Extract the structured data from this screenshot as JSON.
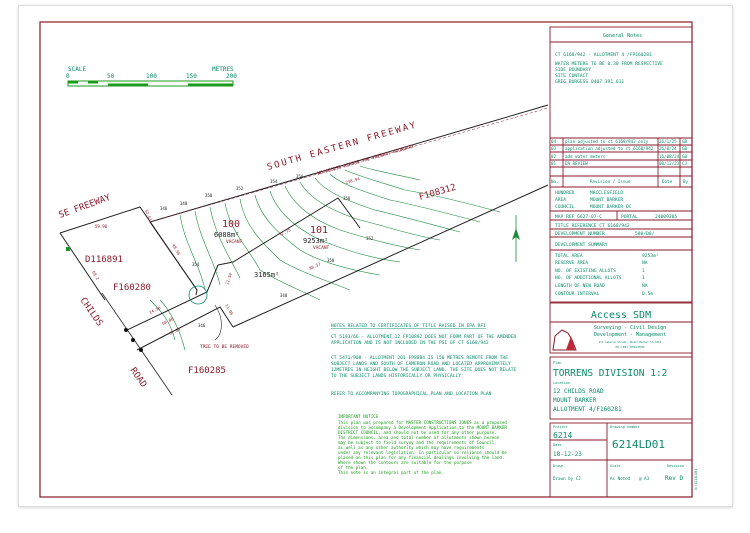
{
  "scale_bar": {
    "label": "SCALE",
    "units": "METRES",
    "ticks": [
      "0",
      "50",
      "100",
      "150",
      "200"
    ]
  },
  "plan": {
    "road_se": "SE FREEWAY",
    "road_south_eastern": "SOUTH EASTERN FREEWAY",
    "no_access": "NO ACCESS ACROSS THE FREEWAY BOUNDARY",
    "road_childs": "CHILDS",
    "road_road": "ROAD",
    "parcels": [
      "D116891",
      "F160280",
      "F160285",
      "F108312"
    ],
    "lot_100": {
      "number": "100",
      "area": "6088m²",
      "status": "VACANT"
    },
    "lot_101": {
      "number": "101",
      "area": "9253m²",
      "status": "VACANT"
    },
    "area_3165": "3165m²",
    "tree_note": "TREE TO BE REMOVED",
    "contour_labels": [
      "346",
      "348",
      "350",
      "352",
      "354",
      "356",
      "358",
      "350",
      "352",
      "348",
      "346",
      "354"
    ],
    "dimensions": [
      "59.90",
      "68.2",
      "238.94",
      "32.63",
      "48.56",
      "14.56",
      "60.00",
      "57.01",
      "72.75",
      "80.37",
      "11.54",
      "11.06"
    ]
  },
  "notes": {
    "heading": "NOTES RELATED TO CERTIFICATES OF TITLE RAISED IN EPA RFI",
    "para1": [
      "CT 5193/66 - ALLOTMENT 12 FP10892 DOES NOT FORM PART OF THE AMENDED",
      "APPLICATION AND IS NOT INCLUDED IN THE PSI OF CT 6168/942"
    ],
    "para2": [
      "CT 5471/908 - ALLOTMENT 201 FP8884 IS 150 METRES REMOTE FROM THE",
      "SUBJECT LANDS AND SOUTH OF CAMERON ROAD AND LOCATED APPROXIMATELY",
      "12METRES IN HEIGHT BELOW THE SUBJECT LAND. THE SITE DOES NOT RELATE",
      "TO THE SUBJECT LANDS HISTORICALLY OR PHYSICALLY"
    ],
    "para3": "REFER TO ACCOMPANYING TOPOGRAPHICAL PLAN AND LOCATION PLAN"
  },
  "important_notice": {
    "title": "IMPORTANT NOTICE",
    "lines": [
      "This plan was prepared for MASTER CONSTRUCTIONS JONES as a proposed",
      "division to accompany a Development Application to the MOUNT BARKER",
      "DISTRICT COUNCIL, and should not be used for any other purpose.",
      "The dimensions, area and total number of allotments shown hereon",
      "may be subject to field survey and the requirements of Council",
      "as well as any other authority which may have requirements",
      "under any relevant legislation.  In particular no reliance should be",
      "placed on this plan for any financial dealings involving the land.",
      "Where shown the contours are suitable for the purpose",
      "of the plan.",
      "This note is an integral part of the plan."
    ]
  },
  "general_notes": {
    "title": "General Notes",
    "lines": [
      "CT 6168/942 - ALLOTMENT 4 /FP160281",
      "WATER METERS TO BE 0.30 FROM RESPECTIVE",
      "SIDE BOUNDARY",
      "SITE CONTACT",
      "GREG BURGESS 0407 391 611"
    ],
    "revisions": [
      {
        "no": "04",
        "issue": "plan adjusted to ct 6168/942 only",
        "date": "26/1/25",
        "by": "GB"
      },
      {
        "no": "03",
        "issue": "application adjusted to ct 6168/942",
        "date": "26/8/24",
        "by": "GB"
      },
      {
        "no": "02",
        "issue": "add water meters",
        "date": "16/08/24",
        "by": "GB"
      },
      {
        "no": "01",
        "issue": "DA REVIEW",
        "date": "08/12/23",
        "by": "CJ"
      }
    ],
    "rev_header": {
      "no": "No.",
      "issue": "Revision / Issue",
      "date": "Date",
      "by": "By"
    }
  },
  "details": {
    "hundred_label": "HUNDRED",
    "hundred": "MACCLESFIELD",
    "area_label": "AREA",
    "area": "MOUNT BARKER",
    "council_label": "COUNCIL",
    "council": "MOUNT BARKER DC",
    "map_ref": "MAP REF   6627-07-C",
    "portal": "PORTAL",
    "portal_value": "24009305",
    "title_ref": "TITLE REFERENCE   CT 6168/942",
    "dev_number_label": "DEVELOPMENT NUMBER",
    "dev_number": "580/D0/",
    "summary_title": "DEVELOPMENT SUMMARY",
    "summary": [
      {
        "label": "TOTAL AREA",
        "value": "9253m²"
      },
      {
        "label": "RESERVE AREA",
        "value": "NA"
      },
      {
        "label": "NO. OF EXISTING ALLOTS",
        "value": "1"
      },
      {
        "label": "NO. OF ADDITIONAL ALLOTS",
        "value": "1"
      },
      {
        "label": "LENGTH OF NEW ROAD",
        "value": "NA"
      },
      {
        "label": "CONTOUR INTERVAL",
        "value": "0.5m"
      }
    ]
  },
  "company": {
    "name": "Access SDM",
    "line1": "Surveying  -  Civil Design",
    "line2": "Development  -  Management",
    "address": "9th Cameron Street, Mount Barker SA 5251",
    "phone": "Ph:(08) 83913030"
  },
  "plan_info": {
    "plan_label": "Plan",
    "plan": "TORRENS DIVISION 1:2",
    "location_label": "Location",
    "location": [
      "12 CHILDS ROAD",
      "MOUNT BARKER",
      "ALLOTMENT 4/F160281"
    ],
    "project_label": "Project",
    "project": "6214",
    "date_label": "Date",
    "date": "18-12-23",
    "drawing_label": "Drawing number",
    "drawing": "6214LD01",
    "drawn_label": "Drawn",
    "drawn": "Drawn by CJ",
    "scale_label": "Scale",
    "scale": "As Noted",
    "sheet": "@ A3",
    "revision_label": "Revision",
    "revision": "Rev D",
    "file_ref": "D:\\6214LD01"
  },
  "colors": {
    "frame": "#8a1a2a",
    "text_green": "#0a8a6a",
    "contour": "#1a8a3a",
    "boundary": "#222222"
  }
}
